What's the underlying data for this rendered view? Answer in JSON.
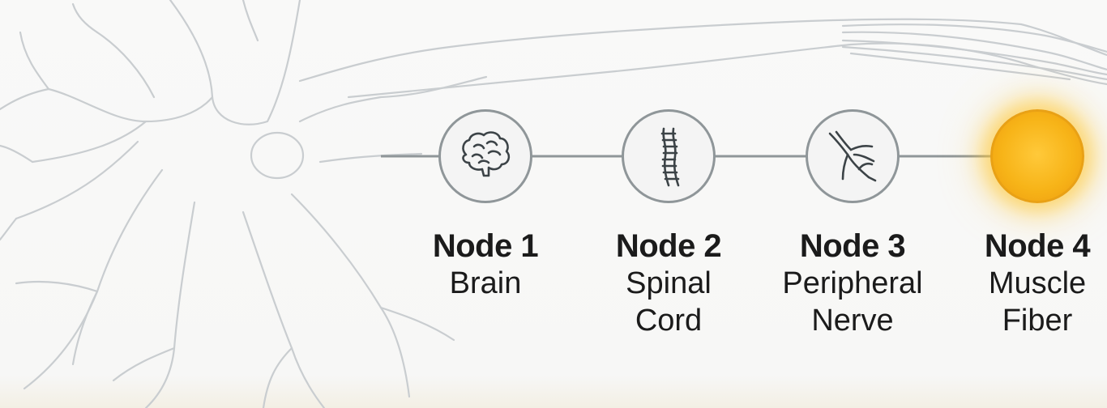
{
  "colors": {
    "outline": "#c9cdd0",
    "connector": "#8f9699",
    "icon": "#3c4347",
    "active_node": "#f7b418",
    "text": "#1b1b1b"
  },
  "nodes": [
    {
      "title": "Node 1",
      "lines": [
        "Brain"
      ],
      "icon": "brain-icon",
      "active": false
    },
    {
      "title": "Node 2",
      "lines": [
        "Spinal",
        "Cord"
      ],
      "icon": "spine-icon",
      "active": false
    },
    {
      "title": "Node 3",
      "lines": [
        "Peripheral",
        "Nerve"
      ],
      "icon": "nerve-icon",
      "active": false
    },
    {
      "title": "Node 4",
      "lines": [
        "Muscle",
        "Fiber"
      ],
      "icon": "",
      "active": true
    }
  ]
}
